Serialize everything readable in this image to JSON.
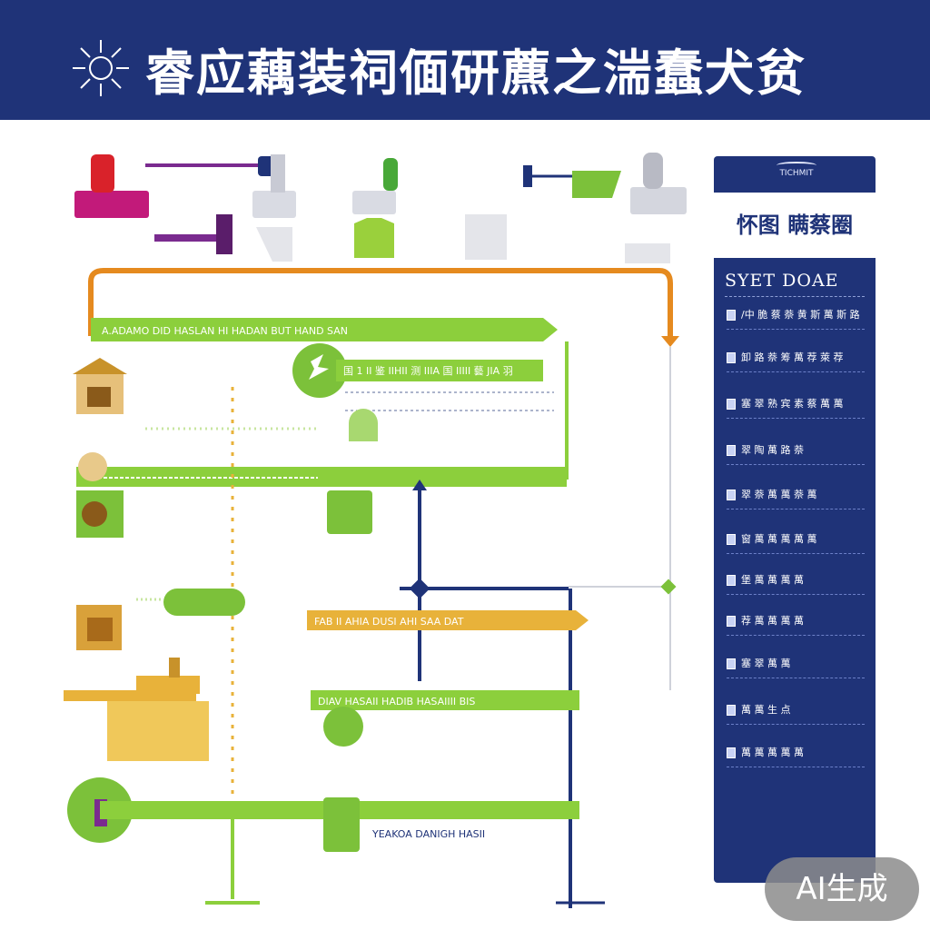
{
  "header": {
    "title": "睿应藕装祠偭研藨之湍蠢犬贫",
    "brand_color": "#1f3378"
  },
  "colors": {
    "green": "#8ccf3c",
    "orange": "#e58a1f",
    "navy": "#1f3378",
    "purple": "#7a2b8f",
    "magenta": "#c21a7a",
    "gold": "#e8b23a",
    "red": "#d9222a"
  },
  "diagram": {
    "top_icons": [
      "tap-icon",
      "lamp-icon",
      "jacket-icon",
      "paddle-icon",
      "sink-icon"
    ],
    "bars": [
      {
        "label": "A.ADAMO DID HASLAN HI HADAN BUT HAND SAN",
        "color": "green"
      },
      {
        "label": "国 1 II 鉴 IIHII 测 IIIA 国 IIIII 藝 JIA 羽",
        "color": "green"
      },
      {
        "label": "FAB II AHIA DUSI AHI SAA DAT",
        "color": "orange"
      },
      {
        "label": "DIAV HASAII HADIB HASAIIII BIS",
        "color": "green"
      },
      {
        "label": "YEAKOA DANIGH HASII",
        "color": "green"
      }
    ]
  },
  "panel": {
    "logo_text": "TICHMIT",
    "title": "怀图 瞒蔡圈",
    "subtitle": "SYET DOAE",
    "items": [
      {
        "label": "/中 脆 蔡 萘 黄 斯 萬 斯 路"
      },
      {
        "label": "卸 路 萘 筹 萬 荐 萊 荐"
      },
      {
        "label": "塞 翠 熟 宾 素 蔡 萬 萬"
      },
      {
        "label": "翠 陶 萬 路 萘"
      },
      {
        "label": "翠 萘 萬 萬 萘 萬"
      },
      {
        "label": "窗 萬 萬 萬 萬 萬"
      },
      {
        "label": "堡 萬 萬 萬 萬"
      },
      {
        "label": "荐 萬 萬 萬 萬"
      },
      {
        "label": "塞 翠 萬 萬"
      },
      {
        "label": "萬 萬 生 点"
      },
      {
        "label": "萬 萬 萬 萬 萬"
      }
    ]
  },
  "watermark": {
    "text": "AI生成"
  }
}
